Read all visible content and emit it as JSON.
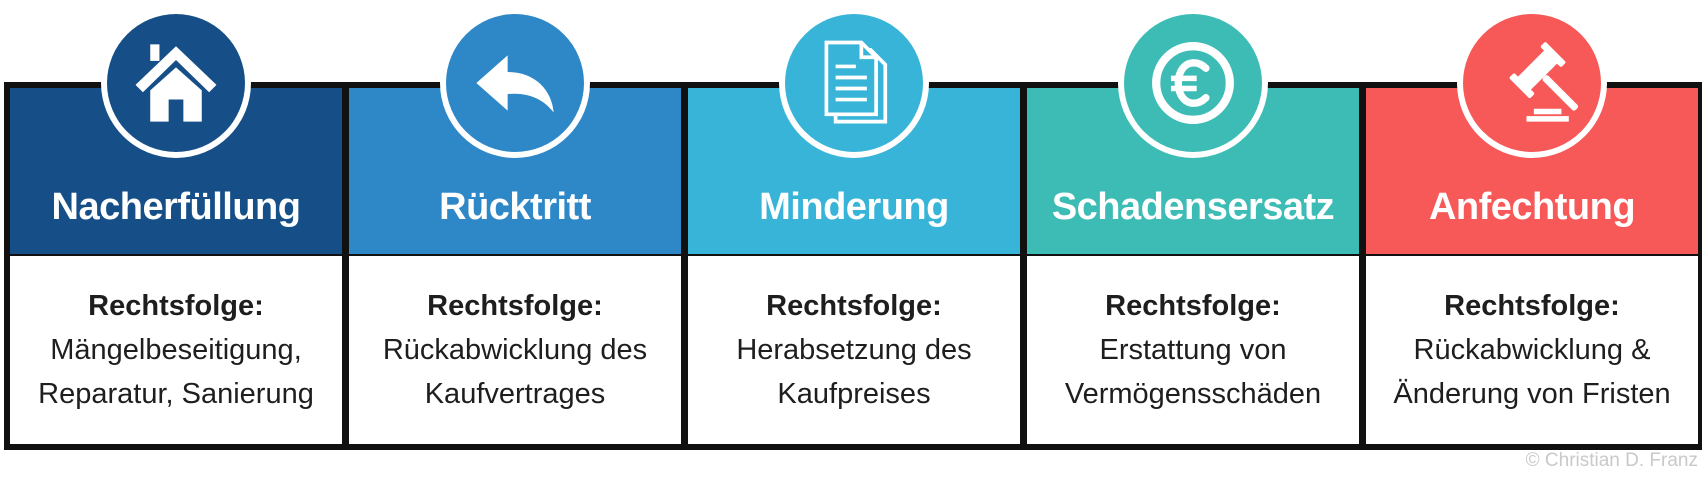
{
  "columns": [
    {
      "title": "Nacherfüllung",
      "label": "Rechtsfolge:",
      "desc_line1": "Mängelbeseitigung,",
      "desc_line2": "Reparatur, Sanierung",
      "color": "#164f88",
      "icon": "house-icon"
    },
    {
      "title": "Rücktritt",
      "label": "Rechtsfolge:",
      "desc_line1": "Rückabwicklung des",
      "desc_line2": "Kaufvertrages",
      "color": "#2e88c8",
      "icon": "undo-arrow-icon"
    },
    {
      "title": "Minderung",
      "label": "Rechtsfolge:",
      "desc_line1": "Herabsetzung des",
      "desc_line2": "Kaufpreises",
      "color": "#39b4d9",
      "icon": "document-icon"
    },
    {
      "title": "Schadensersatz",
      "label": "Rechtsfolge:",
      "desc_line1": "Erstattung von",
      "desc_line2": "Vermögensschäden",
      "color": "#3dbcb6",
      "icon": "euro-coin-icon"
    },
    {
      "title": "Anfechtung",
      "label": "Rechtsfolge:",
      "desc_line1": "Rückabwicklung &",
      "desc_line2": "Änderung von Fristen",
      "color": "#f75858",
      "icon": "gavel-icon"
    }
  ],
  "copyright": "© Christian D. Franz"
}
